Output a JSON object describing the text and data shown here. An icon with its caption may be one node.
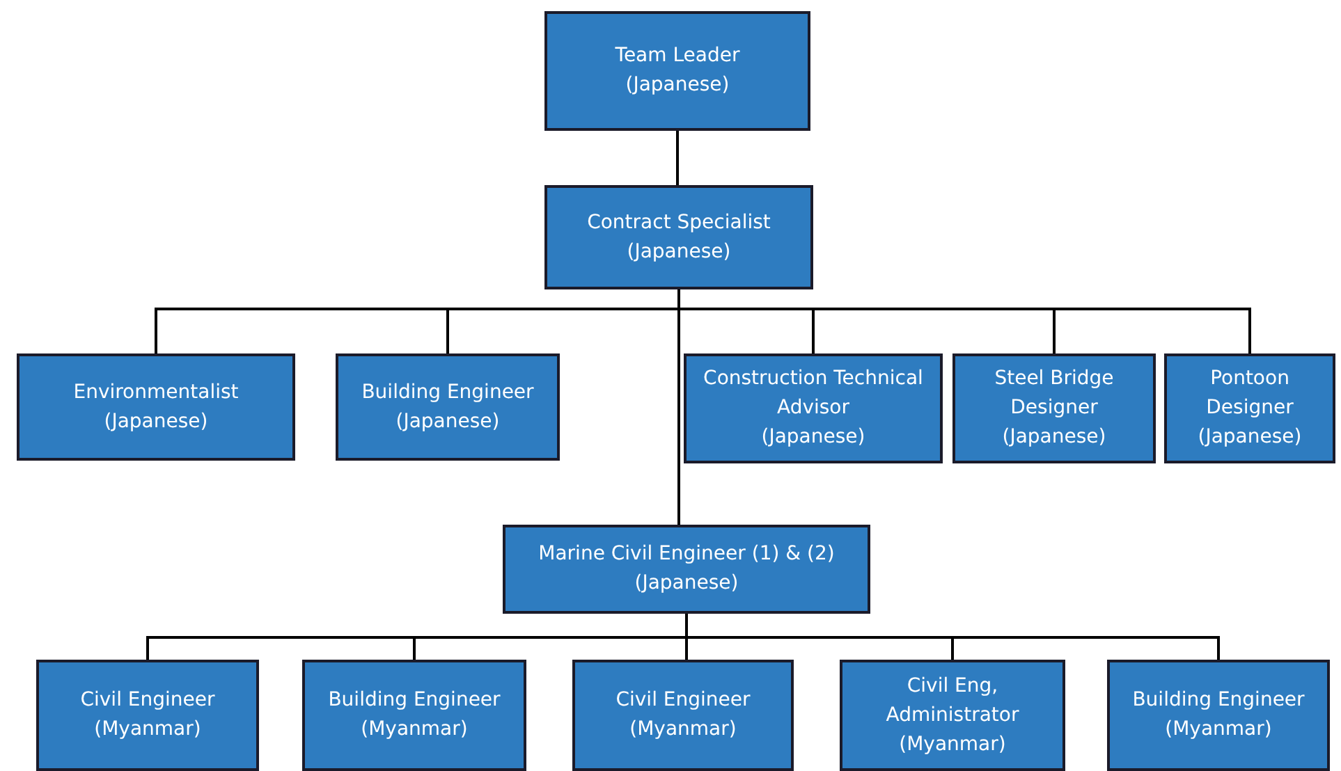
{
  "diagram": {
    "nodes": [
      {
        "text": [
          "Team Leader",
          "(Japanese)"
        ]
      },
      {
        "text": [
          "Contract Specialist",
          "(Japanese)"
        ]
      },
      {
        "text": [
          "Environmentalist",
          "(Japanese)"
        ]
      },
      {
        "text": [
          "Building Engineer",
          "(Japanese)"
        ]
      },
      {
        "text": [
          "Construction Technical Advisor",
          "(Japanese)"
        ]
      },
      {
        "text": [
          "Steel Bridge Designer",
          "(Japanese)"
        ]
      },
      {
        "text": [
          "Pontoon Designer",
          "(Japanese)"
        ]
      },
      {
        "text": [
          "Marine Civil Engineer (1) & (2)",
          "(Japanese)"
        ]
      },
      {
        "text": [
          "Civil Engineer",
          "(Myanmar)"
        ]
      },
      {
        "text": [
          "Building Engineer",
          "(Myanmar)"
        ]
      },
      {
        "text": [
          "Civil Engineer",
          "(Myanmar)"
        ]
      },
      {
        "text": [
          "Civil Eng, Administrator",
          "(Myanmar)"
        ]
      },
      {
        "text": [
          "Building Engineer",
          "(Myanmar)"
        ]
      }
    ],
    "edges": [
      {
        "from": 0,
        "to": 1,
        "arrow": "none"
      },
      {
        "from": 1,
        "to": 2,
        "arrow": "none"
      },
      {
        "from": 1,
        "to": 3,
        "arrow": "none"
      },
      {
        "from": 1,
        "to": 4,
        "arrow": "none"
      },
      {
        "from": 1,
        "to": 5,
        "arrow": "none"
      },
      {
        "from": 1,
        "to": 6,
        "arrow": "none"
      },
      {
        "from": 1,
        "to": 7,
        "arrow": "none"
      },
      {
        "from": 7,
        "to": 8,
        "arrow": "none"
      },
      {
        "from": 7,
        "to": 9,
        "arrow": "none"
      },
      {
        "from": 7,
        "to": 10,
        "arrow": "none"
      },
      {
        "from": 7,
        "to": 11,
        "arrow": "none"
      },
      {
        "from": 7,
        "to": 12,
        "arrow": "none"
      }
    ]
  }
}
